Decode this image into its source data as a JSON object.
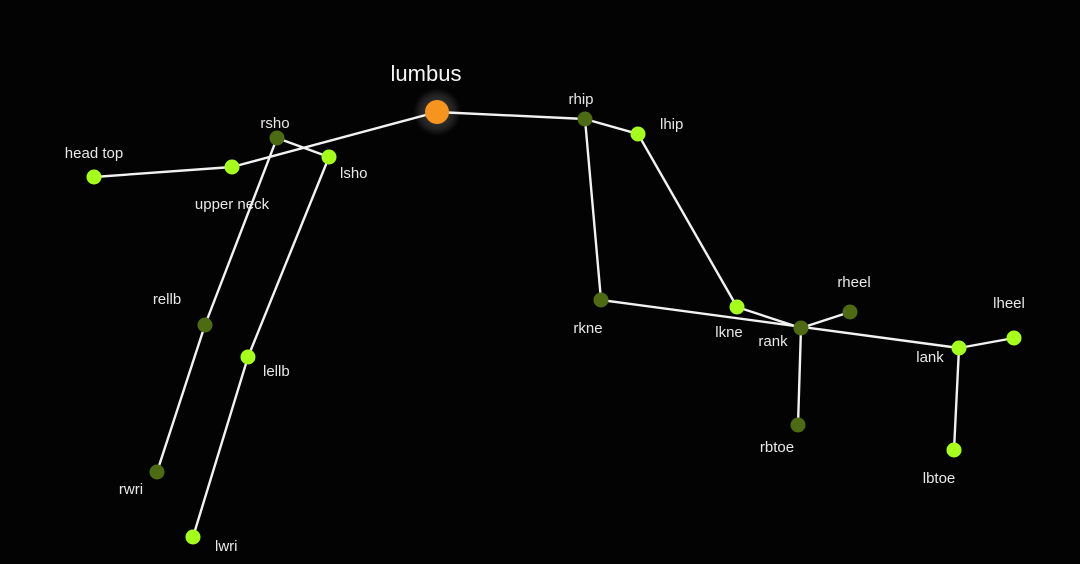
{
  "colors": {
    "background": "#030303",
    "bone": "#f2f2f2",
    "joint_left": "#a6ff1a",
    "joint_right": "#4d6b12",
    "root": "#f7941d",
    "label": "#e8e8e8"
  },
  "root": {
    "label": "lumbus"
  },
  "joints": {
    "head_top": {
      "label": "head top",
      "side": "left"
    },
    "upper_neck": {
      "label": "upper neck",
      "side": "left"
    },
    "rsho": {
      "label": "rsho",
      "side": "right"
    },
    "lsho": {
      "label": "lsho",
      "side": "left"
    },
    "rellb": {
      "label": "rellb",
      "side": "right"
    },
    "lellb": {
      "label": "lellb",
      "side": "left"
    },
    "rwri": {
      "label": "rwri",
      "side": "right"
    },
    "lwri": {
      "label": "lwri",
      "side": "left"
    },
    "rhip": {
      "label": "rhip",
      "side": "right"
    },
    "lhip": {
      "label": "lhip",
      "side": "left"
    },
    "rkne": {
      "label": "rkne",
      "side": "right"
    },
    "lkne": {
      "label": "lkne",
      "side": "left"
    },
    "rank": {
      "label": "rank",
      "side": "right"
    },
    "lank": {
      "label": "lank",
      "side": "left"
    },
    "rheel": {
      "label": "rheel",
      "side": "right"
    },
    "lheel": {
      "label": "lheel",
      "side": "left"
    },
    "rbtoe": {
      "label": "rbtoe",
      "side": "right"
    },
    "lbtoe": {
      "label": "lbtoe",
      "side": "left"
    }
  },
  "bones": [
    [
      "head_top",
      "upper_neck"
    ],
    [
      "upper_neck",
      "lumbus"
    ],
    [
      "rsho",
      "lsho"
    ],
    [
      "rsho",
      "rellb"
    ],
    [
      "rellb",
      "rwri"
    ],
    [
      "lsho",
      "lellb"
    ],
    [
      "lellb",
      "lwri"
    ],
    [
      "lumbus",
      "rhip"
    ],
    [
      "rhip",
      "lhip"
    ],
    [
      "rhip",
      "rkne"
    ],
    [
      "lhip",
      "lkne"
    ],
    [
      "rkne",
      "lank"
    ],
    [
      "lkne",
      "rank"
    ],
    [
      "rank",
      "rheel"
    ],
    [
      "rank",
      "rbtoe"
    ],
    [
      "lank",
      "lheel"
    ],
    [
      "lank",
      "lbtoe"
    ]
  ]
}
